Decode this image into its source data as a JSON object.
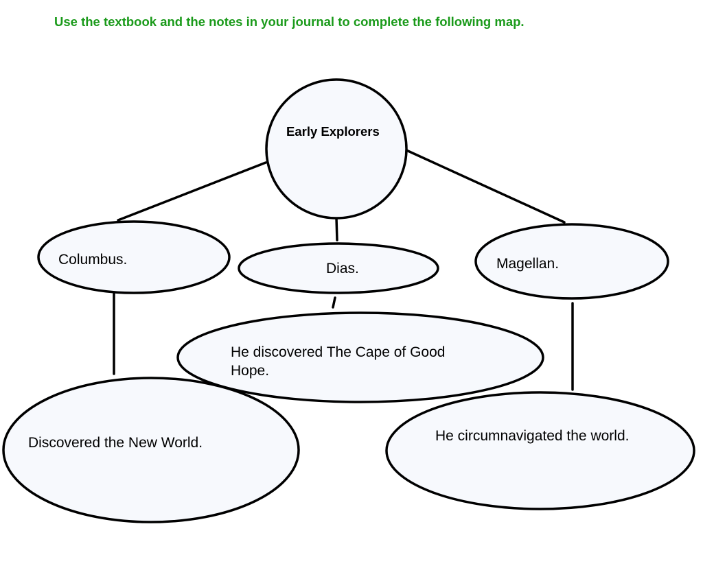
{
  "instructions": "Use the textbook and the notes in your journal to complete the following map.",
  "colors": {
    "instructions": "#1a9a1a",
    "bubble_fill": "#f7f9fd",
    "stroke": "#000000"
  },
  "center": {
    "label": "Early Explorers"
  },
  "explorers": [
    {
      "name": "Columbus.",
      "fact": "Discovered the New World."
    },
    {
      "name": "Dias.",
      "fact": "He discovered The Cape of Good Hope."
    },
    {
      "name": "Magellan.",
      "fact": "He circumnavigated the world."
    }
  ]
}
